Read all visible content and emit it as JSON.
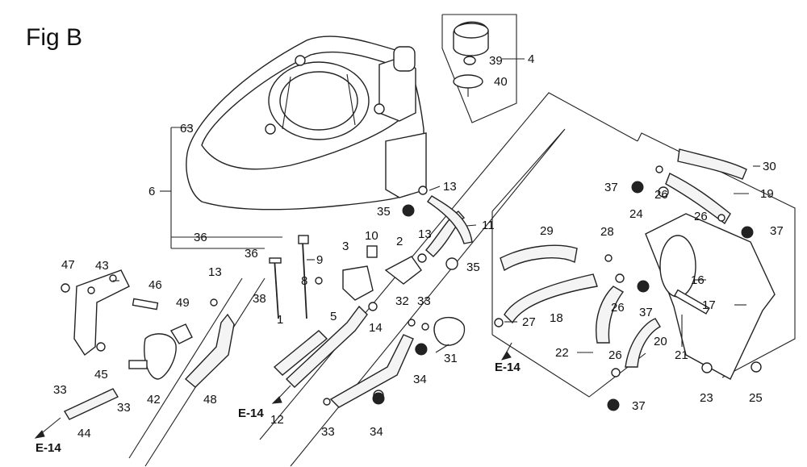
{
  "figure": {
    "title": "Fig B"
  },
  "callouts": {
    "c1": "1",
    "c2": "2",
    "c3": "3",
    "c4": "4",
    "c5": "5",
    "c6": "6",
    "c8": "8",
    "c9": "9",
    "c10": "10",
    "c11": "11",
    "c12": "12",
    "c13": "13",
    "c14": "14",
    "c16": "16",
    "c17": "17",
    "c18": "18",
    "c19": "19",
    "c20": "20",
    "c21": "21",
    "c22": "22",
    "c23": "23",
    "c24": "24",
    "c25": "25",
    "c26": "26",
    "c27": "27",
    "c28": "28",
    "c29": "29",
    "c30": "30",
    "c31": "31",
    "c32": "32",
    "c33": "33",
    "c34": "34",
    "c35": "35",
    "c36": "36",
    "c37": "37",
    "c38": "38",
    "c39": "39",
    "c40": "40",
    "c42": "42",
    "c43": "43",
    "c44": "44",
    "c45": "45",
    "c46": "46",
    "c47": "47",
    "c48": "48",
    "c49": "49",
    "c63": "63"
  },
  "references": {
    "e14": "E-14"
  }
}
